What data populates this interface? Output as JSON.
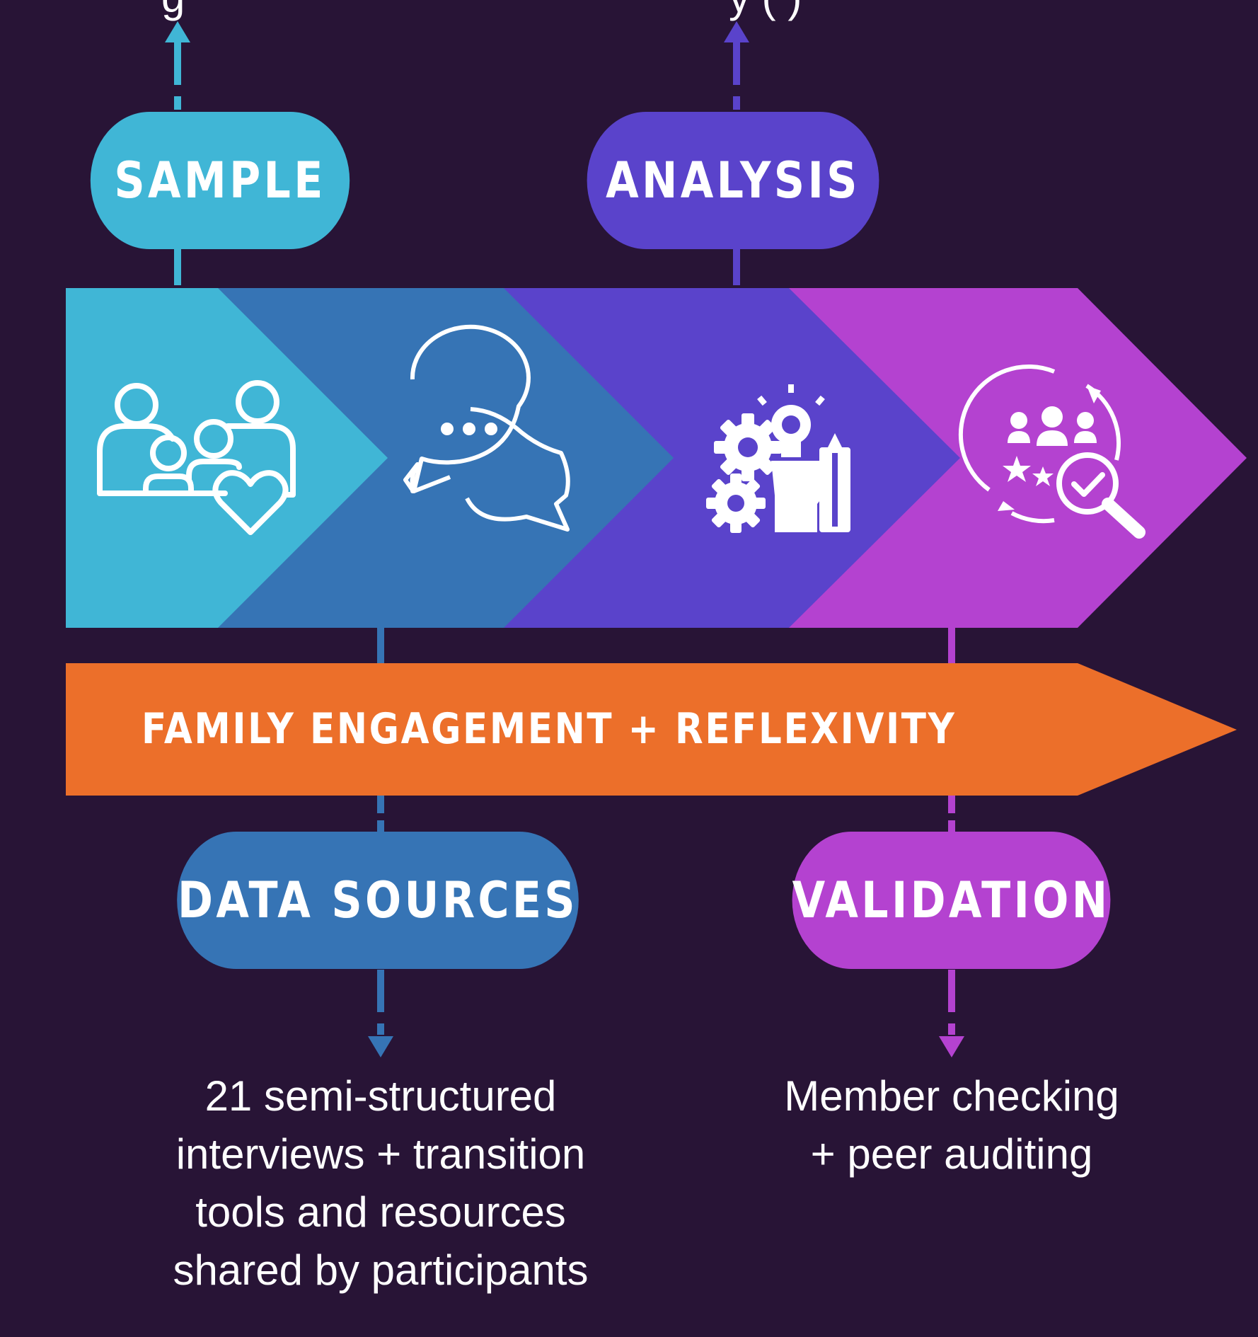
{
  "colors": {
    "background": "#281436",
    "sample": "#40b6d6",
    "data_sources": "#3674b5",
    "analysis": "#5a43cb",
    "validation": "#b442d0",
    "band": "#ec6f2a",
    "text": "#ffffff"
  },
  "stages": [
    {
      "id": "sample",
      "label": "SAMPLE",
      "icon": "family-heart-icon"
    },
    {
      "id": "data_sources",
      "label": "DATA SOURCES",
      "icon": "chat-bubbles-icon"
    },
    {
      "id": "analysis",
      "label": "ANALYSIS",
      "icon": "gears-lightbulb-head-icon"
    },
    {
      "id": "validation",
      "label": "VALIDATION",
      "icon": "people-magnifier-check-icon"
    }
  ],
  "band": {
    "label": "FAMILY ENGAGEMENT + REFLEXIVITY"
  },
  "descriptions": {
    "data_sources": [
      "21 semi-structured",
      "interviews + transition",
      "tools and resources",
      "shared by participants"
    ],
    "validation": [
      "Member checking",
      "+ peer auditing"
    ],
    "sample_cut": "g",
    "analysis_cut": "y   (               )"
  }
}
